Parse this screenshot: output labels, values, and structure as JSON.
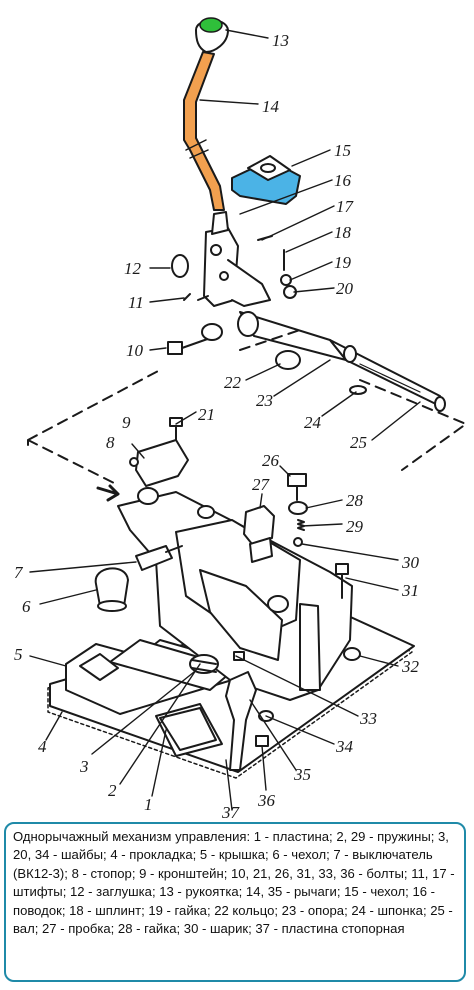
{
  "callouts": [
    "1",
    "2",
    "3",
    "4",
    "5",
    "6",
    "7",
    "8",
    "9",
    "10",
    "11",
    "12",
    "13",
    "14",
    "15",
    "16",
    "17",
    "18",
    "19",
    "20",
    "21",
    "22",
    "23",
    "24",
    "25",
    "26",
    "27",
    "28",
    "29",
    "30",
    "31",
    "32",
    "33",
    "34",
    "35",
    "36",
    "37"
  ],
  "caption": "Однорычажный механизм управления: 1 - пластина; 2, 29 - пружины; 3, 20, 34 - шайбы; 4 - прокладка; 5 - крышка; 6 - чехол; 7 - выключатель (ВК12-3); 8 - стопор; 9 - кронштейн; 10, 21, 26, 31, 33, 36 - болты; 11, 17 - штифты; 12 - заглушка; 13 - рукоятка; 14, 35 - рычаги; 15 - чехол; 16 - поводок; 18 - шплинт; 19 - гайка; 22 кольцо; 23 - опора; 24 - шпонка; 25 - вал; 27 - пробка; 28 - гайка; 30 - шарик; 37 - пластина стопорная",
  "colors": {
    "lever_handle_body": "#f2a04f",
    "knob_cap": "#2fbf3a",
    "boot_cover": "#4bb3e6",
    "caption_border": "#1f8aa8",
    "line_art": "#1a1a1a"
  }
}
